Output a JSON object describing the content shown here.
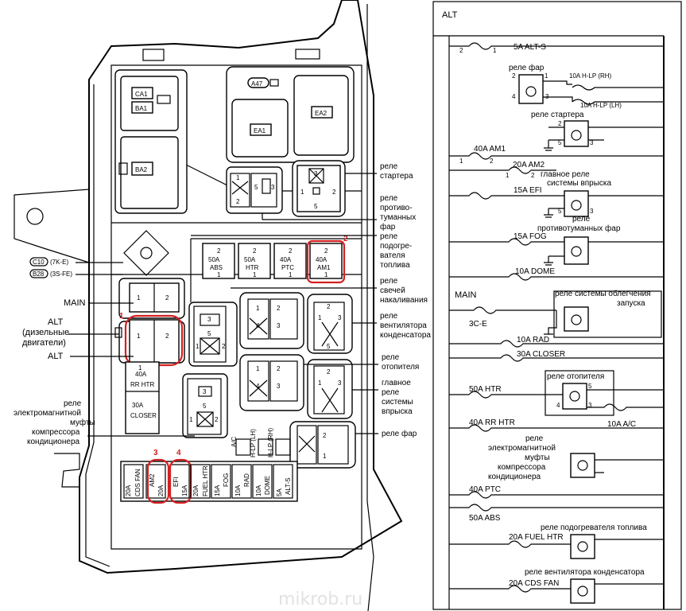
{
  "left_panel": {
    "connector_legend": [
      "C10",
      "(7K-E)",
      "B28",
      "(3S-FE)"
    ],
    "sockets": [
      "CA1",
      "BA1",
      "BA2",
      "A47",
      "EA1",
      "EA2"
    ],
    "labels": {
      "starter_relay": [
        "реле",
        "стартера"
      ],
      "fog_relay": [
        "реле",
        "противо-",
        "туманных",
        "фар"
      ],
      "fuel_heater_relay": [
        "реле",
        "подогре-",
        "вателя",
        "топлива"
      ],
      "glow_relay": [
        "реле",
        "свечей",
        "накаливания"
      ],
      "condenser_fan_relay": [
        "реле",
        "вентилятора",
        "конденсатора"
      ],
      "heater_relay": [
        "реле",
        "отопителя"
      ],
      "efi_main_relay": [
        "главное",
        "реле",
        "системы",
        "впрыска"
      ],
      "headlamp_relay": [
        "реле фар"
      ],
      "ac_clutch_relay": [
        "реле",
        "электромагнитной",
        "муфты",
        "компрессора",
        "кондиционера"
      ],
      "main": "MAIN",
      "alt_diesel": [
        "ALT",
        "(дизельные",
        "двигатели)"
      ],
      "alt": "ALT"
    },
    "big_fuses": [
      {
        "amp": "50A",
        "name": "ABS"
      },
      {
        "amp": "50A",
        "name": "HTR"
      },
      {
        "amp": "40A",
        "name": "PTC"
      },
      {
        "amp": "40A",
        "name": "AM1"
      },
      {
        "amp": "40A",
        "name": "RR HTR"
      },
      {
        "amp": "30A",
        "name": "CLOSER"
      }
    ],
    "mini_fuses": [
      {
        "amp": "20A",
        "name": "CDS FAN"
      },
      {
        "amp": "20A",
        "name": "AM2"
      },
      {
        "amp": "15A",
        "name": "EFI"
      },
      {
        "amp": "20A",
        "name": "FUEL HTR"
      },
      {
        "amp": "15A",
        "name": "FOG"
      },
      {
        "amp": "10A",
        "name": "RAD"
      },
      {
        "amp": "10A",
        "name": "DOME"
      },
      {
        "amp": "5A",
        "name": "ALT-S"
      }
    ],
    "vertical_labels": [
      "A/C",
      "H-LP (LH)",
      "H-LP (RH)"
    ],
    "red_marks": [
      "1",
      "2",
      "3",
      "4"
    ],
    "pins": [
      "1",
      "2",
      "3",
      "4",
      "5"
    ]
  },
  "right_panel": {
    "alt": "ALT",
    "main": "MAIN",
    "main_sub": "3C-E",
    "items": {
      "alt_s": "5A ALT-S",
      "headlamp_relay": "реле фар",
      "hlp_rh": "10A H-LP (RH)",
      "hlp_lh": "10A H-LP (LH)",
      "starter_relay": "реле стартера",
      "am1": "40A AM1",
      "am2": "20A AM2",
      "efi_relay": [
        "главное реле",
        "системы впрыска"
      ],
      "efi": "15A EFI",
      "fog_relay": [
        "реле",
        "противотуманных фар"
      ],
      "fog": "15A FOG",
      "dome": "10A DOME",
      "start_assist_relay": [
        "реле системы облегчения",
        "запуска"
      ],
      "rad": "10A RAD",
      "closer": "30A CLOSER",
      "heater_relay": "реле отопителя",
      "htr": "50A HTR",
      "rr_htr": "40A RR HTR",
      "ac": "10A A/C",
      "ac_clutch_relay": [
        "реле",
        "электромагнитной",
        "муфты",
        "компрессора",
        "кондиционера"
      ],
      "ptc": "40A PTC",
      "abs": "50A ABS",
      "fuel_heater_relay": "реле подогревателя топлива",
      "fuel_htr": "20A FUEL HTR",
      "condenser_fan_relay": "реле вентилятора конденсатора",
      "cds_fan": "20A CDS FAN"
    }
  },
  "watermark": "mikrob.ru",
  "colors": {
    "line": "#000000",
    "highlight": "#d42020",
    "watermark": "#e2e2e2"
  }
}
